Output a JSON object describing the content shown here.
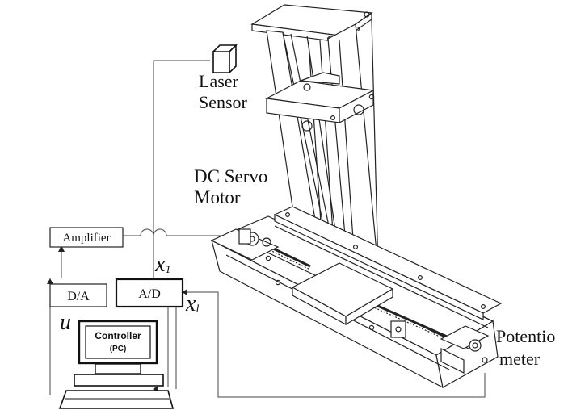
{
  "labels": {
    "laser_sensor_line1": "Laser",
    "laser_sensor_line2": "Sensor",
    "motor_line1": "DC Servo",
    "motor_line2": "Motor",
    "potentiometer_line1": "Potentio",
    "potentiometer_line2": "meter",
    "amplifier": "Amplifier",
    "da": "D/A",
    "ad": "A/D",
    "controller_line1": "Controller",
    "controller_line2": "(PC)",
    "signal_x1_var": "x",
    "signal_x1_sub": "1",
    "signal_xl_var": "x",
    "signal_xl_sub": "l",
    "signal_u": "u"
  },
  "colors": {
    "line": "#222222",
    "wire": "#444444",
    "accent_dark": "#111111",
    "screen_fill": "#ffffff"
  },
  "icons": {
    "laser_sensor": "laser-sensor-icon",
    "pc": "computer-icon"
  }
}
